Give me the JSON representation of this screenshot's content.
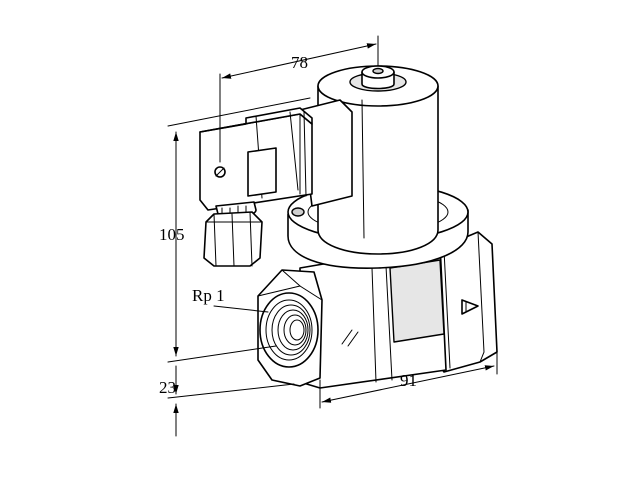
{
  "dimensions": {
    "width_top": "78",
    "height_left": "105",
    "height_bottom": "23",
    "length_bottom": "91"
  },
  "labels": {
    "thread": "Rp 1"
  }
}
